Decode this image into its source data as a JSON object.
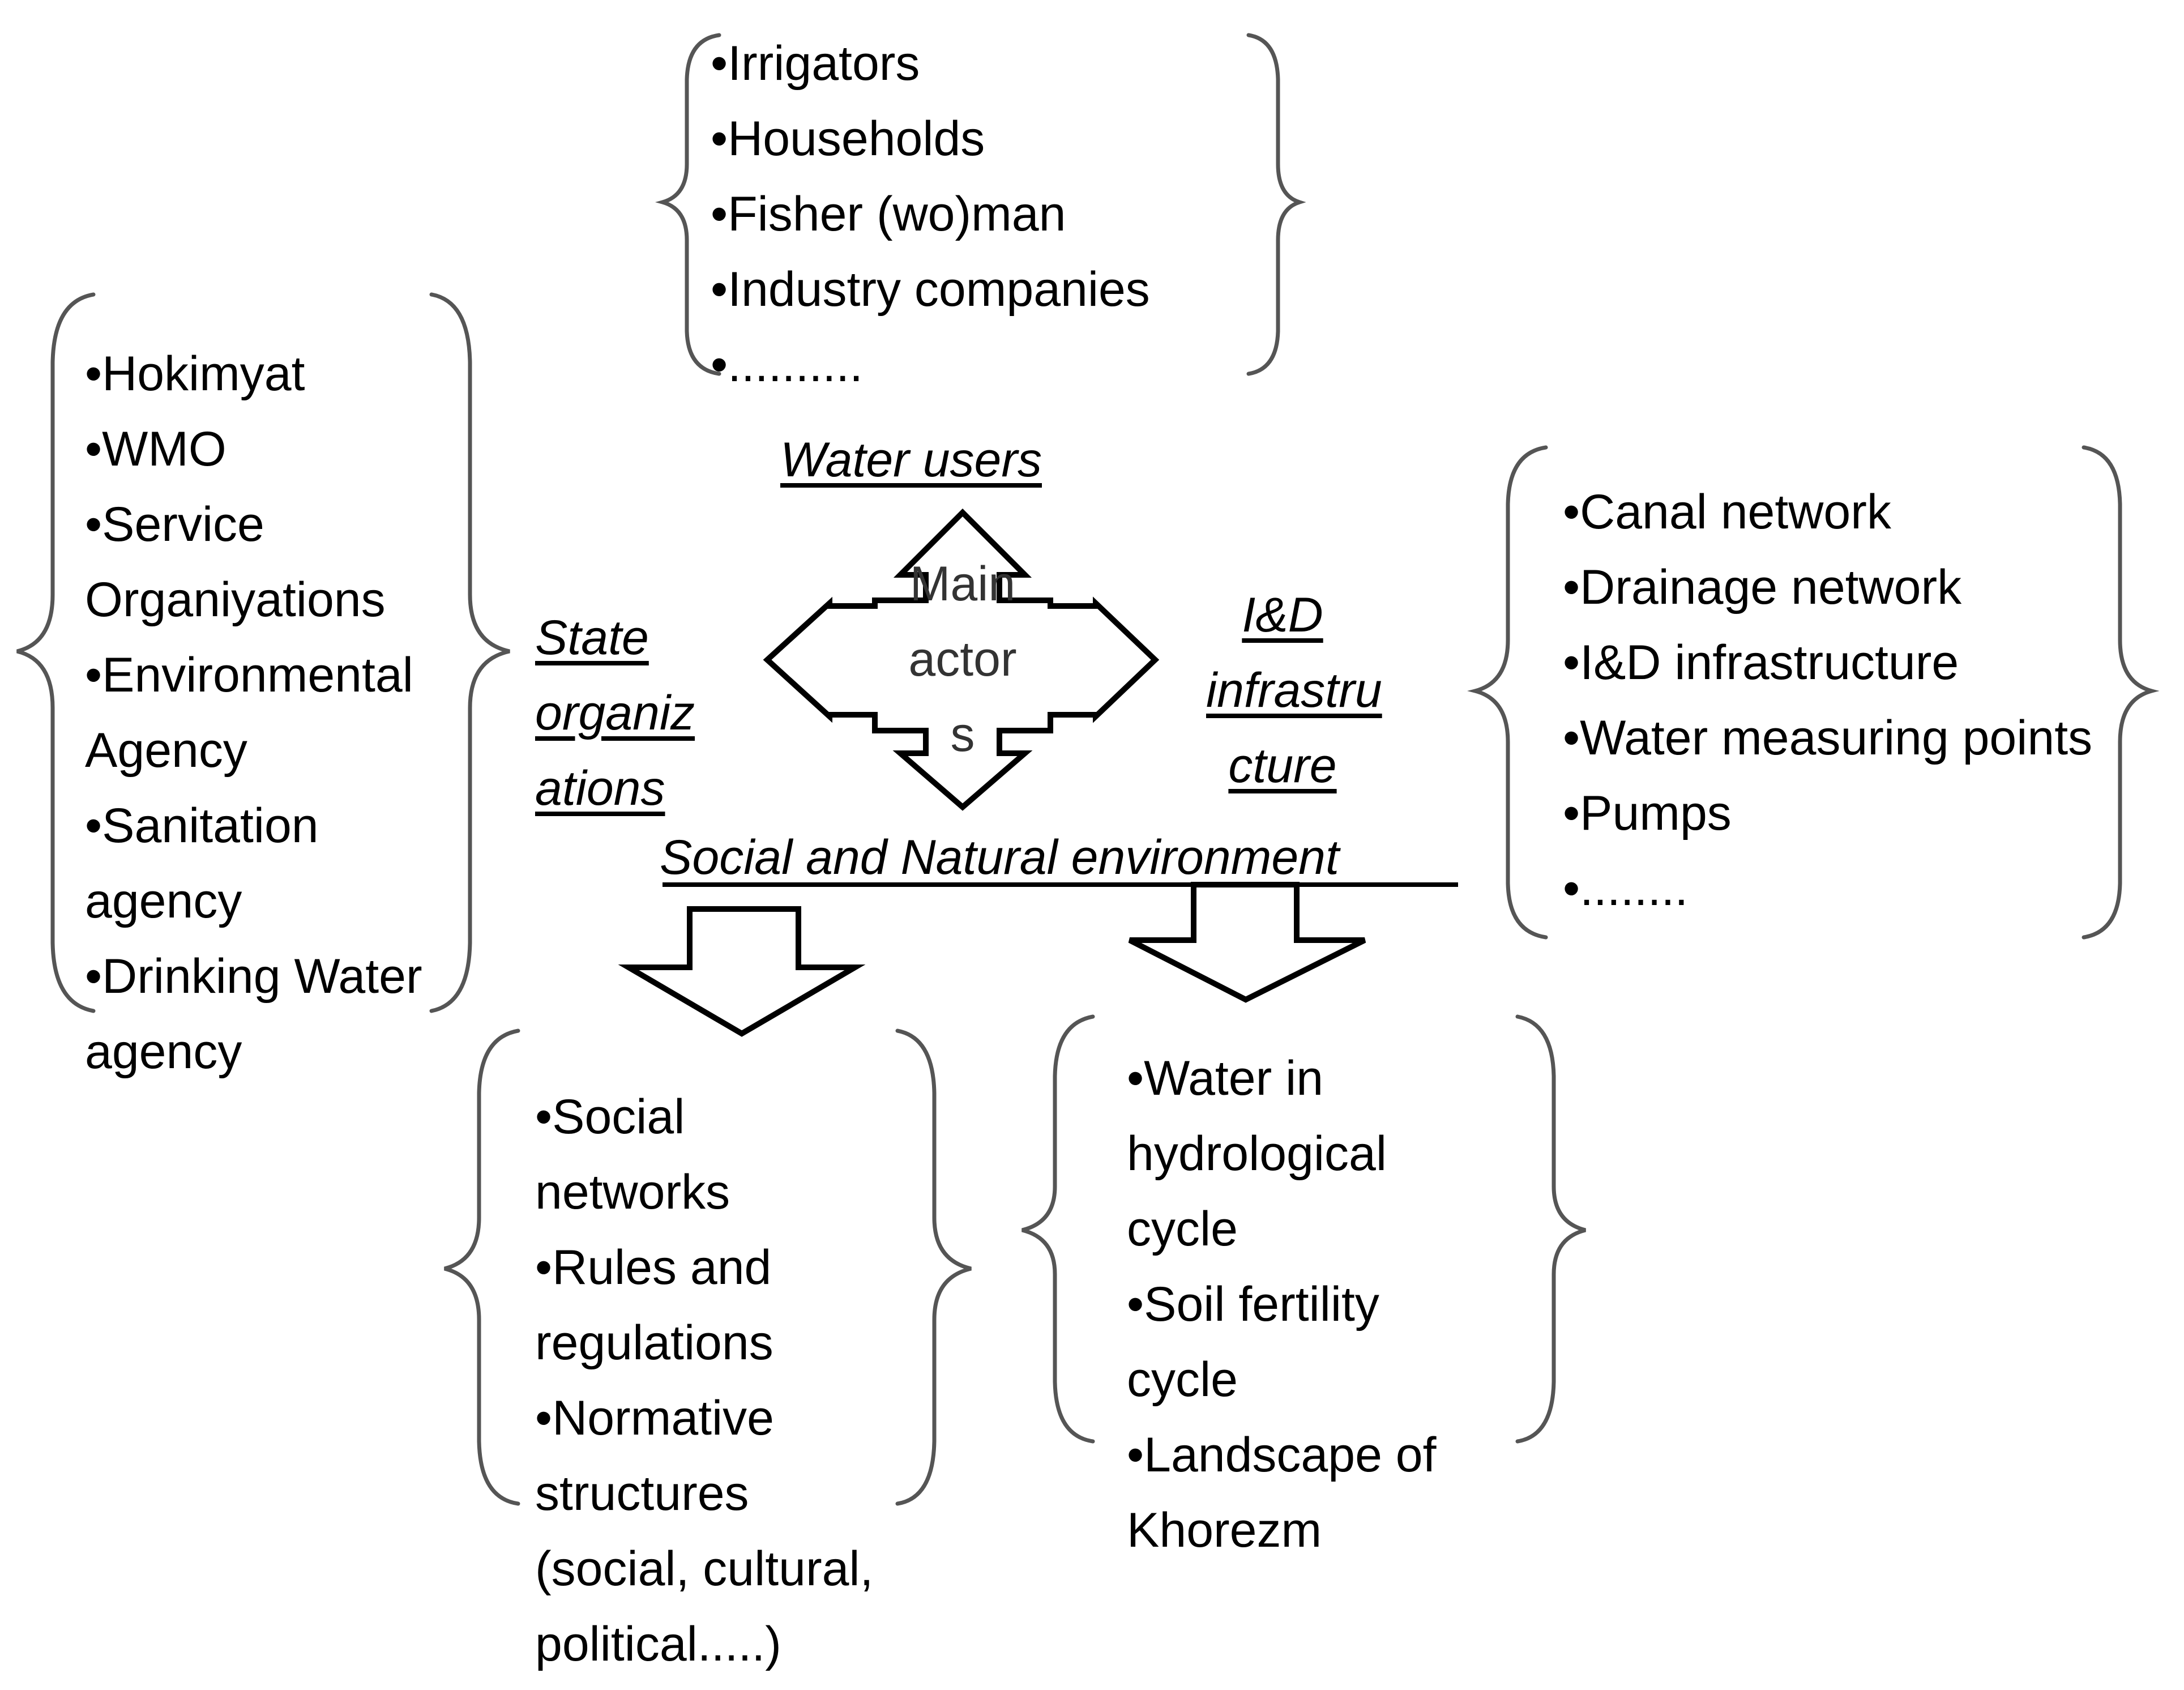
{
  "water_users": {
    "label": "Water users",
    "items": [
      "Irrigators",
      "Households",
      "Fisher (wo)man",
      "Industry companies",
      ".........."
    ]
  },
  "state_organizations": {
    "label_lines": [
      "State",
      "organiz",
      "ations"
    ],
    "items": [
      [
        "Hokimyat"
      ],
      [
        "WMO"
      ],
      [
        "Service",
        "Organiyations"
      ],
      [
        "Environmental",
        "Agency"
      ],
      [
        "Sanitation",
        "agency"
      ],
      [
        "Drinking Water",
        "agency"
      ]
    ]
  },
  "infrastructure": {
    "label_lines": [
      "I&D",
      "infrastru",
      "cture"
    ],
    "items": [
      "Canal network",
      "Drainage network",
      "I&D infrastructure",
      "Water measuring points",
      "Pumps",
      "........"
    ]
  },
  "center": {
    "lines": [
      "Main",
      "actor",
      "s"
    ]
  },
  "environment": {
    "label": "Social and Natural environment"
  },
  "social": {
    "items": [
      [
        "Social",
        "networks"
      ],
      [
        "Rules and",
        "regulations"
      ],
      [
        "Normative",
        "structures",
        "(social, cultural,",
        "political.....)"
      ]
    ]
  },
  "natural": {
    "items": [
      [
        "Water in",
        "hydrological",
        "cycle"
      ],
      [
        "Soil fertility",
        "cycle"
      ],
      [
        "Landscape of",
        "Khorezm"
      ]
    ]
  },
  "colors": {
    "stroke": "#555555",
    "arrow": "#000000",
    "text": "#000000"
  }
}
